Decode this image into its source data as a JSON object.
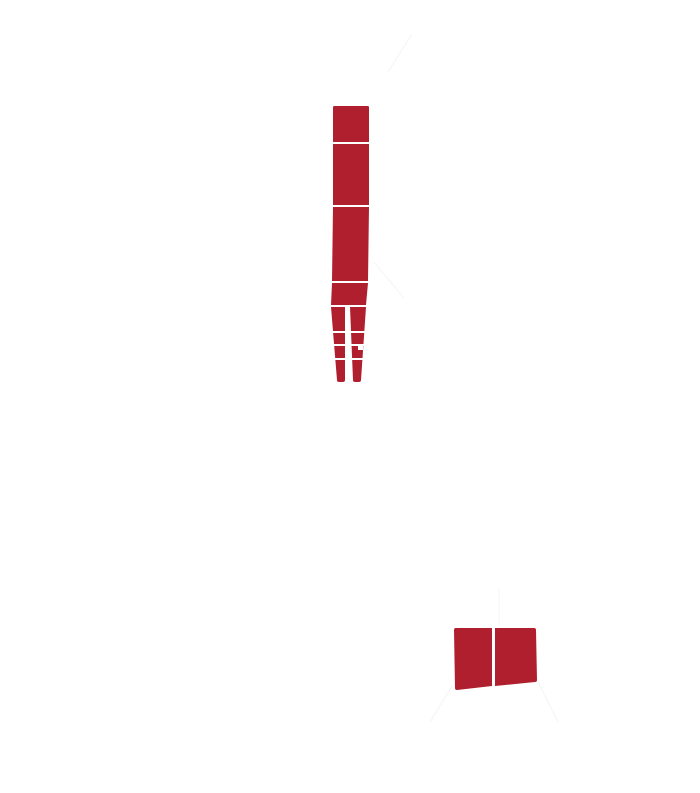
{
  "colors": {
    "background": "#ffffff",
    "shape_fill": "#b01f2e",
    "separator": "#ffffff",
    "faint_outline": "#f6f6f6"
  },
  "shapes": [
    {
      "name": "vertical-bar-shape",
      "segments": 6,
      "split_legs": 2
    },
    {
      "name": "double-panel-shape",
      "segments": 2
    }
  ]
}
